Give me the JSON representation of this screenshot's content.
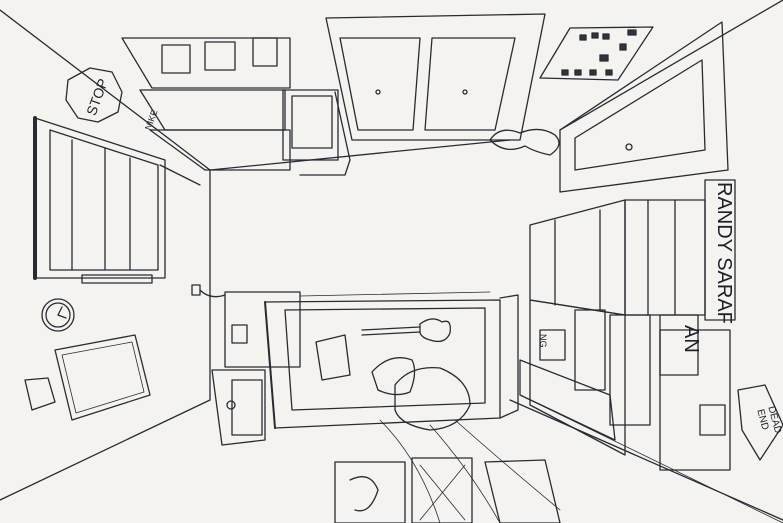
{
  "artwork": {
    "description": "Ink pen perspective drawing of a bedroom viewed from above",
    "palette": {
      "paper": "#f4f3ef",
      "ink": "#2a2a33"
    }
  },
  "labels": {
    "stop_sign": "STOP",
    "nike_box": "NIKE",
    "name_banner": "RANDY SARAF",
    "banner_fragment": "AN",
    "dead_end_line1": "DEAD",
    "dead_end_line2": "END",
    "shelf_box": "NG"
  }
}
